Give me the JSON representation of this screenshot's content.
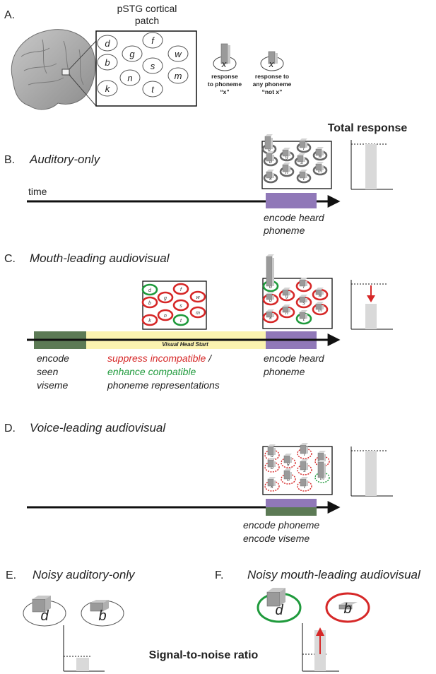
{
  "panelA": {
    "letter": "A.",
    "patch_title_line1": "pSTG cortical",
    "patch_title_line2": "patch",
    "phonemes": [
      "d",
      "f",
      "g",
      "w",
      "b",
      "s",
      "n",
      "m",
      "k",
      "t"
    ],
    "legend_symbol": "x",
    "legend1_l1": "response",
    "legend1_l2": "to phoneme",
    "legend1_l3": "“x”",
    "legend2_l1": "response to",
    "legend2_l2": "any phoneme",
    "legend2_l3": "“not x”",
    "total_response": "Total response"
  },
  "panelB": {
    "letter": "B.",
    "title": "Auditory-only",
    "time_label": "time",
    "encode_l1": "encode heard",
    "encode_l2": "phoneme"
  },
  "panelC": {
    "letter": "C.",
    "title": "Mouth-leading audiovisual",
    "head_start": "Visual Head Start",
    "enc_l1": "encode",
    "enc_l2": "seen",
    "enc_l3": "viseme",
    "suppress": "suppress incompatible",
    "slash": " /",
    "enhance": "enhance compatible",
    "phon_rep": "phoneme representations",
    "heard_l1": "encode heard",
    "heard_l2": "phoneme"
  },
  "panelD": {
    "letter": "D.",
    "title": "Voice-leading audiovisual",
    "enc_l1": "encode phoneme",
    "enc_l2": "encode viseme"
  },
  "panelE": {
    "letter": "E.",
    "title": "Noisy auditory-only",
    "ph1": "d",
    "ph2": "b"
  },
  "panelF": {
    "letter": "F.",
    "title": "Noisy mouth-leading audiovisual",
    "ph1": "d",
    "ph2": "b"
  },
  "snr_label": "Signal-to-noise ratio",
  "colors": {
    "suppress": "#d62828",
    "enhance": "#1f9a3c",
    "viseme_bar": "#5c7a55",
    "head_start_bar": "#fbf3b0",
    "phoneme_bar": "#9078b8",
    "response_bar": "#d9d9d9"
  },
  "responses": {
    "panelB_total": 0.85,
    "panelC_total": 0.45,
    "panelD_total": 0.85,
    "panelE_snr": 0.25,
    "panelF_snr": 0.7
  }
}
